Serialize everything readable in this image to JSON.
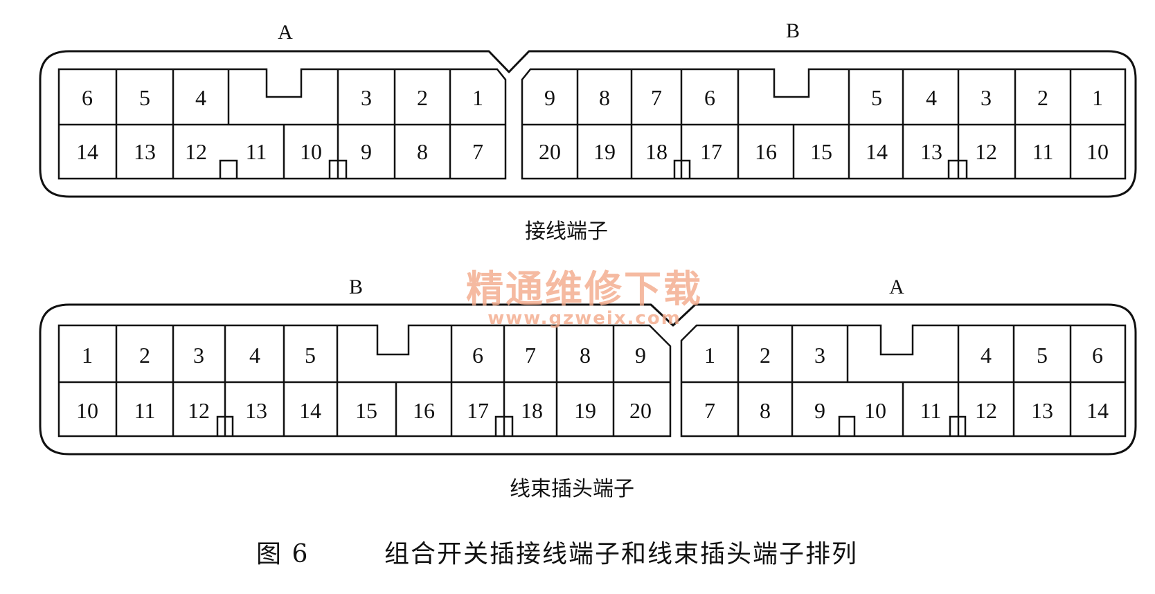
{
  "top_connector": {
    "caption": "接线端子",
    "left": {
      "label": "A",
      "row1": [
        "6",
        "5",
        "4",
        "",
        "3",
        "2",
        "1"
      ],
      "row2": [
        "14",
        "13",
        "12",
        "11",
        "10",
        "9",
        "8",
        "7"
      ]
    },
    "right": {
      "label": "B",
      "row1": [
        "9",
        "8",
        "7",
        "6",
        "",
        "5",
        "4",
        "3",
        "2",
        "1"
      ],
      "row2": [
        "20",
        "19",
        "18",
        "17",
        "16",
        "15",
        "14",
        "13",
        "12",
        "11",
        "10"
      ]
    }
  },
  "bottom_connector": {
    "caption": "线束插头端子",
    "left": {
      "label": "B",
      "row1": [
        "1",
        "2",
        "3",
        "4",
        "5",
        "",
        "6",
        "7",
        "8",
        "9"
      ],
      "row2": [
        "10",
        "11",
        "12",
        "13",
        "14",
        "15",
        "16",
        "17",
        "18",
        "19",
        "20"
      ]
    },
    "right": {
      "label": "A",
      "row1": [
        "1",
        "2",
        "3",
        "",
        "4",
        "5",
        "6"
      ],
      "row2": [
        "7",
        "8",
        "9",
        "10",
        "11",
        "12",
        "13",
        "14"
      ]
    }
  },
  "watermark": {
    "line1": "精通维修下载",
    "line2": "www.gzweix.com"
  },
  "figure": {
    "number": "图 6",
    "title": "组合开关插接线端子和线束插头端子排列"
  }
}
